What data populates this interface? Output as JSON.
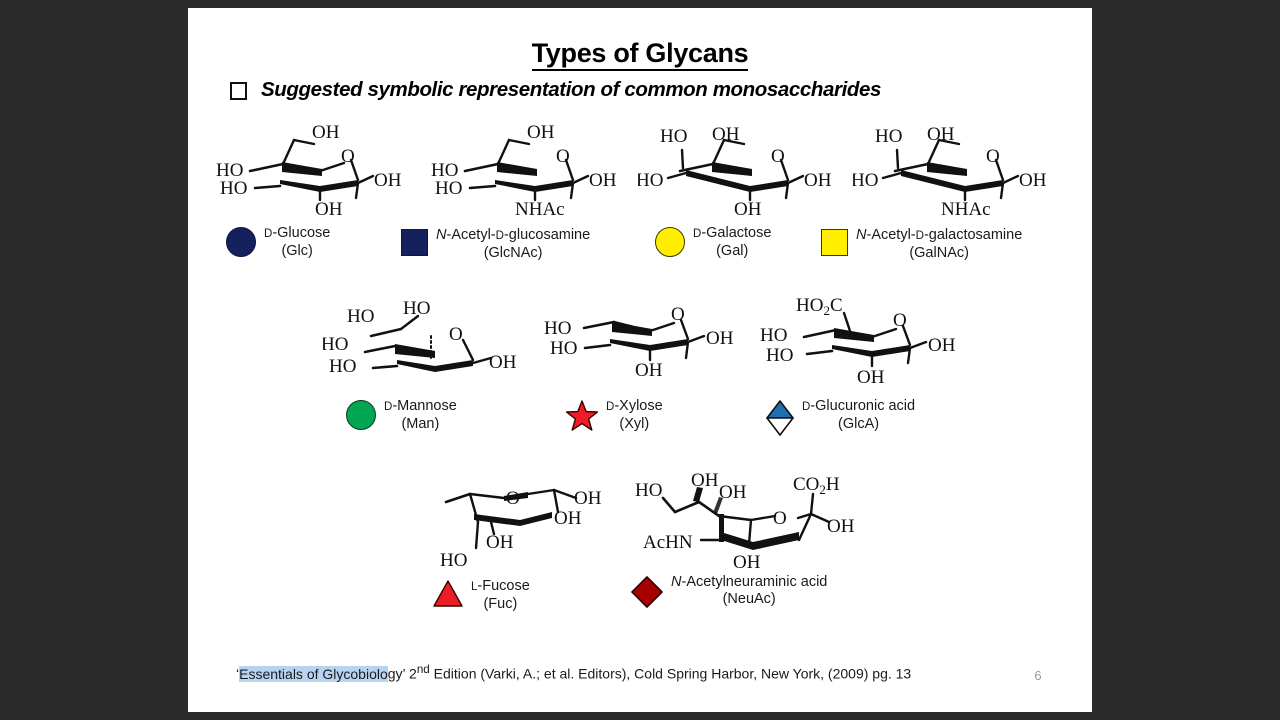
{
  "slide": {
    "title": "Types of Glycans",
    "subtitle": "Suggested symbolic representation of common monosaccharides",
    "page_number": "6",
    "footer": {
      "highlighted": "Essentials of Glycobiolo",
      "prefix": "‘",
      "rest": "gy’ 2",
      "superscript": "nd",
      "tail": " Edition (Varki, A.; et al. Editors), Cold Spring Harbor, New York, (2009) pg. 13"
    }
  },
  "colors": {
    "navy": "#14215c",
    "yellow": "#ffee00",
    "green": "#00a651",
    "red": "#ee1c25",
    "blue": "#1f6fb5",
    "dark_red": "#a80000",
    "outline": "#111111",
    "highlight": "#b6d4f2",
    "page_number": "#9a9a9a"
  },
  "rows": [
    {
      "items": [
        {
          "symbol": "filled-circle",
          "color": "#14215c",
          "name_parts": [
            {
              "t": "D",
              "style": "smallcaps"
            },
            {
              "t": "-Glucose",
              "style": "normal"
            }
          ],
          "abbrev": "(Glc)",
          "structure": "glucose",
          "structure_labels": [
            "OH",
            "HO",
            "HO",
            "O",
            "OH",
            "OH"
          ]
        },
        {
          "symbol": "filled-square",
          "color": "#14215c",
          "name_parts": [
            {
              "t": "N",
              "style": "italic"
            },
            {
              "t": "-Acetyl-",
              "style": "normal"
            },
            {
              "t": "D",
              "style": "smallcaps"
            },
            {
              "t": "-glucosamine",
              "style": "normal"
            }
          ],
          "abbrev": "(GlcNAc)",
          "structure": "glcnac",
          "structure_labels": [
            "OH",
            "HO",
            "HO",
            "O",
            "OH",
            "NHAc"
          ]
        },
        {
          "symbol": "filled-circle",
          "color": "#ffee00",
          "name_parts": [
            {
              "t": "D",
              "style": "smallcaps"
            },
            {
              "t": "-Galactose",
              "style": "normal"
            }
          ],
          "abbrev": "(Gal)",
          "structure": "galactose",
          "structure_labels": [
            "HO",
            "OH",
            "HO",
            "O",
            "OH",
            "OH"
          ]
        },
        {
          "symbol": "filled-square",
          "color": "#ffee00",
          "name_parts": [
            {
              "t": "N",
              "style": "italic"
            },
            {
              "t": "-Acetyl-",
              "style": "normal"
            },
            {
              "t": "D",
              "style": "smallcaps"
            },
            {
              "t": "-galactosamine",
              "style": "normal"
            }
          ],
          "abbrev": "(GalNAc)",
          "structure": "galnac",
          "structure_labels": [
            "HO",
            "OH",
            "HO",
            "O",
            "OH",
            "NHAc"
          ]
        }
      ]
    },
    {
      "items": [
        {
          "symbol": "filled-circle",
          "color": "#00a651",
          "name_parts": [
            {
              "t": "D",
              "style": "smallcaps"
            },
            {
              "t": "-Mannose",
              "style": "normal"
            }
          ],
          "abbrev": "(Man)",
          "structure": "mannose",
          "structure_labels": [
            "HO",
            "HO",
            "HO",
            "HO",
            "O",
            "OH"
          ]
        },
        {
          "symbol": "star",
          "color": "#ee1c25",
          "name_parts": [
            {
              "t": "D",
              "style": "smallcaps"
            },
            {
              "t": "-Xylose",
              "style": "normal"
            }
          ],
          "abbrev": "(Xyl)",
          "structure": "xylose",
          "structure_labels": [
            "HO",
            "HO",
            "O",
            "OH",
            "OH"
          ]
        },
        {
          "symbol": "half-diamond",
          "color": "#1f6fb5",
          "name_parts": [
            {
              "t": "D",
              "style": "smallcaps"
            },
            {
              "t": "-Glucuronic acid",
              "style": "normal"
            }
          ],
          "abbrev": "(GlcA)",
          "structure": "glucuronic",
          "structure_labels": [
            "HO2C",
            "HO",
            "HO",
            "O",
            "OH",
            "OH"
          ]
        }
      ]
    },
    {
      "items": [
        {
          "symbol": "triangle",
          "color": "#ee1c25",
          "name_parts": [
            {
              "t": "L",
              "style": "smallcaps"
            },
            {
              "t": "-Fucose",
              "style": "normal"
            }
          ],
          "abbrev": "(Fuc)",
          "structure": "fucose",
          "structure_labels": [
            "O",
            "OH",
            "OH",
            "OH",
            "HO"
          ]
        },
        {
          "symbol": "diamond",
          "color": "#a80000",
          "name_parts": [
            {
              "t": "N",
              "style": "italic"
            },
            {
              "t": "-Acetylneuraminic acid",
              "style": "normal"
            }
          ],
          "abbrev": "(NeuAc)",
          "structure": "neuac",
          "structure_labels": [
            "HO",
            "OH",
            "OH",
            "AcHN",
            "OH",
            "O",
            "CO2H",
            "OH"
          ]
        }
      ]
    }
  ]
}
